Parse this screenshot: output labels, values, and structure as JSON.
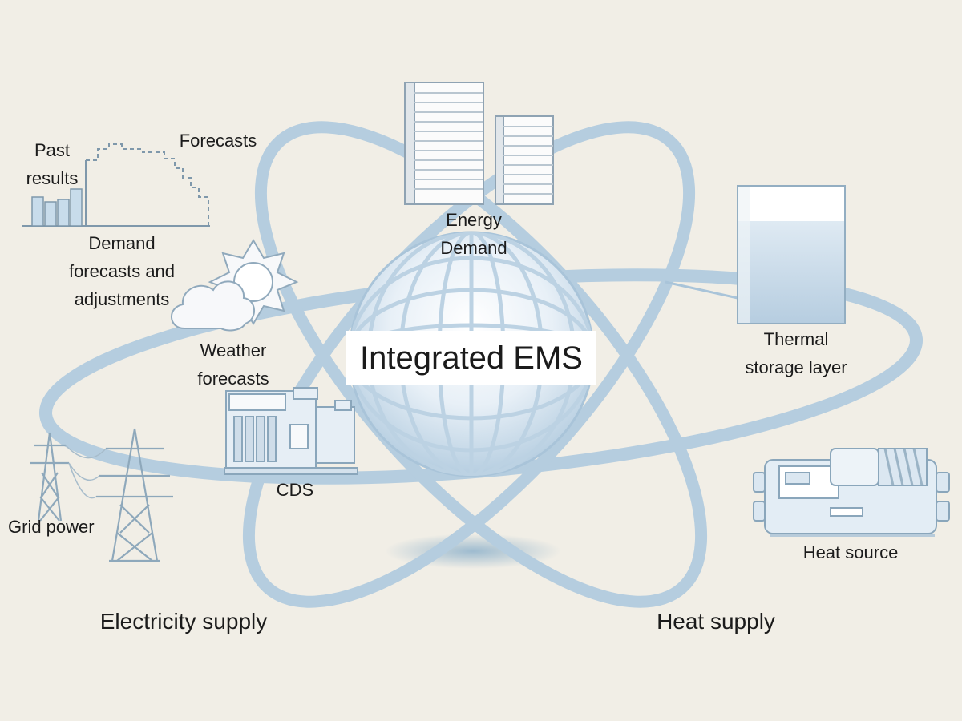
{
  "title": "Integrated EMS",
  "labels": {
    "past_results": "Past\nresults",
    "forecasts": "Forecasts",
    "demand_forecasts": "Demand\nforecasts and\nadjustments",
    "weather_forecasts": "Weather\nforecasts",
    "energy_demand": "Energy\nDemand",
    "thermal_storage": "Thermal\nstorage layer",
    "cds": "CDS",
    "grid_power": "Grid power",
    "heat_source": "Heat source",
    "electricity_supply": "Electricity supply",
    "heat_supply": "Heat supply"
  },
  "colors": {
    "background": "#f1eee6",
    "orbit": "#b5cddf",
    "line": "#8fb1c9",
    "fill": "#dde9f2",
    "text": "#1b1b1b"
  },
  "icons": [
    "bar-chart-icon",
    "sun-cloud-icon",
    "buildings-icon",
    "globe-icon",
    "storage-tank-icon",
    "generator-icon",
    "power-tower-icon",
    "heat-pump-icon"
  ]
}
